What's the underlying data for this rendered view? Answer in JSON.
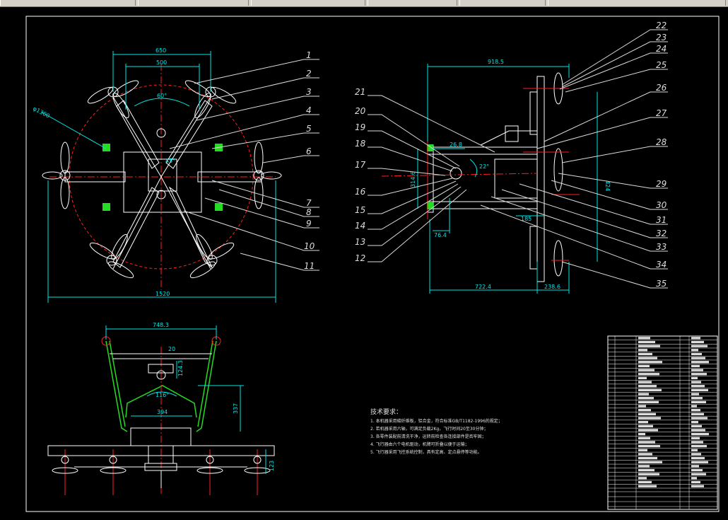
{
  "toolbar": {
    "segments": [
      "",
      "",
      "",
      "",
      "",
      ""
    ]
  },
  "colors": {
    "frame": "#ffffff",
    "dimension": "#00e5e5",
    "centerline": "#ff2020",
    "green": "#22dd22",
    "part": "#ffffff",
    "label": "#dcdcdc"
  },
  "top_view": {
    "dims": {
      "w650": "650",
      "w500": "500",
      "angle60": "60°",
      "d1300": "φ1300",
      "w1520": "1520",
      "d45": "45°"
    },
    "part_numbers": [
      "1",
      "2",
      "3",
      "4",
      "5",
      "6",
      "7",
      "8",
      "9",
      "10",
      "11"
    ]
  },
  "side_view": {
    "dims": {
      "w918": "918.5",
      "w26": "26.8",
      "a22": "22°",
      "h314": "314.6",
      "h76": "76.4",
      "w185": "185",
      "h424": "424",
      "w722": "722.4",
      "w238": "238.6"
    },
    "part_numbers_left": [
      "21",
      "20",
      "19",
      "18",
      "17",
      "16",
      "15",
      "14",
      "13",
      "12"
    ],
    "part_numbers_right": [
      "22",
      "23",
      "24",
      "25",
      "26",
      "27",
      "28",
      "29",
      "30",
      "31",
      "32",
      "33",
      "34",
      "35"
    ]
  },
  "front_view": {
    "dims": {
      "w748": "748.3",
      "w20": "20",
      "h124": "124.3",
      "a116": "116°",
      "w394": "394",
      "h337": "337",
      "h123": "123"
    }
  },
  "notes": {
    "title": "技术要求：",
    "lines": [
      "1. 本机器采用碳纤维板，铝合金，符合标准GB/T1182-1996的规定；",
      "2. 若机器采用六轴，可满足负载2Kg，飞行时间20至30分钟；",
      "3. 各零件装配前清洗干净，运转前检查各连接部件是否牢固；",
      "4. 飞行器由六个电机驱动，机臂可折叠以便于运输；",
      "5. 飞行器采用飞控系统控制，具有定高、定点悬停等功能。"
    ]
  }
}
